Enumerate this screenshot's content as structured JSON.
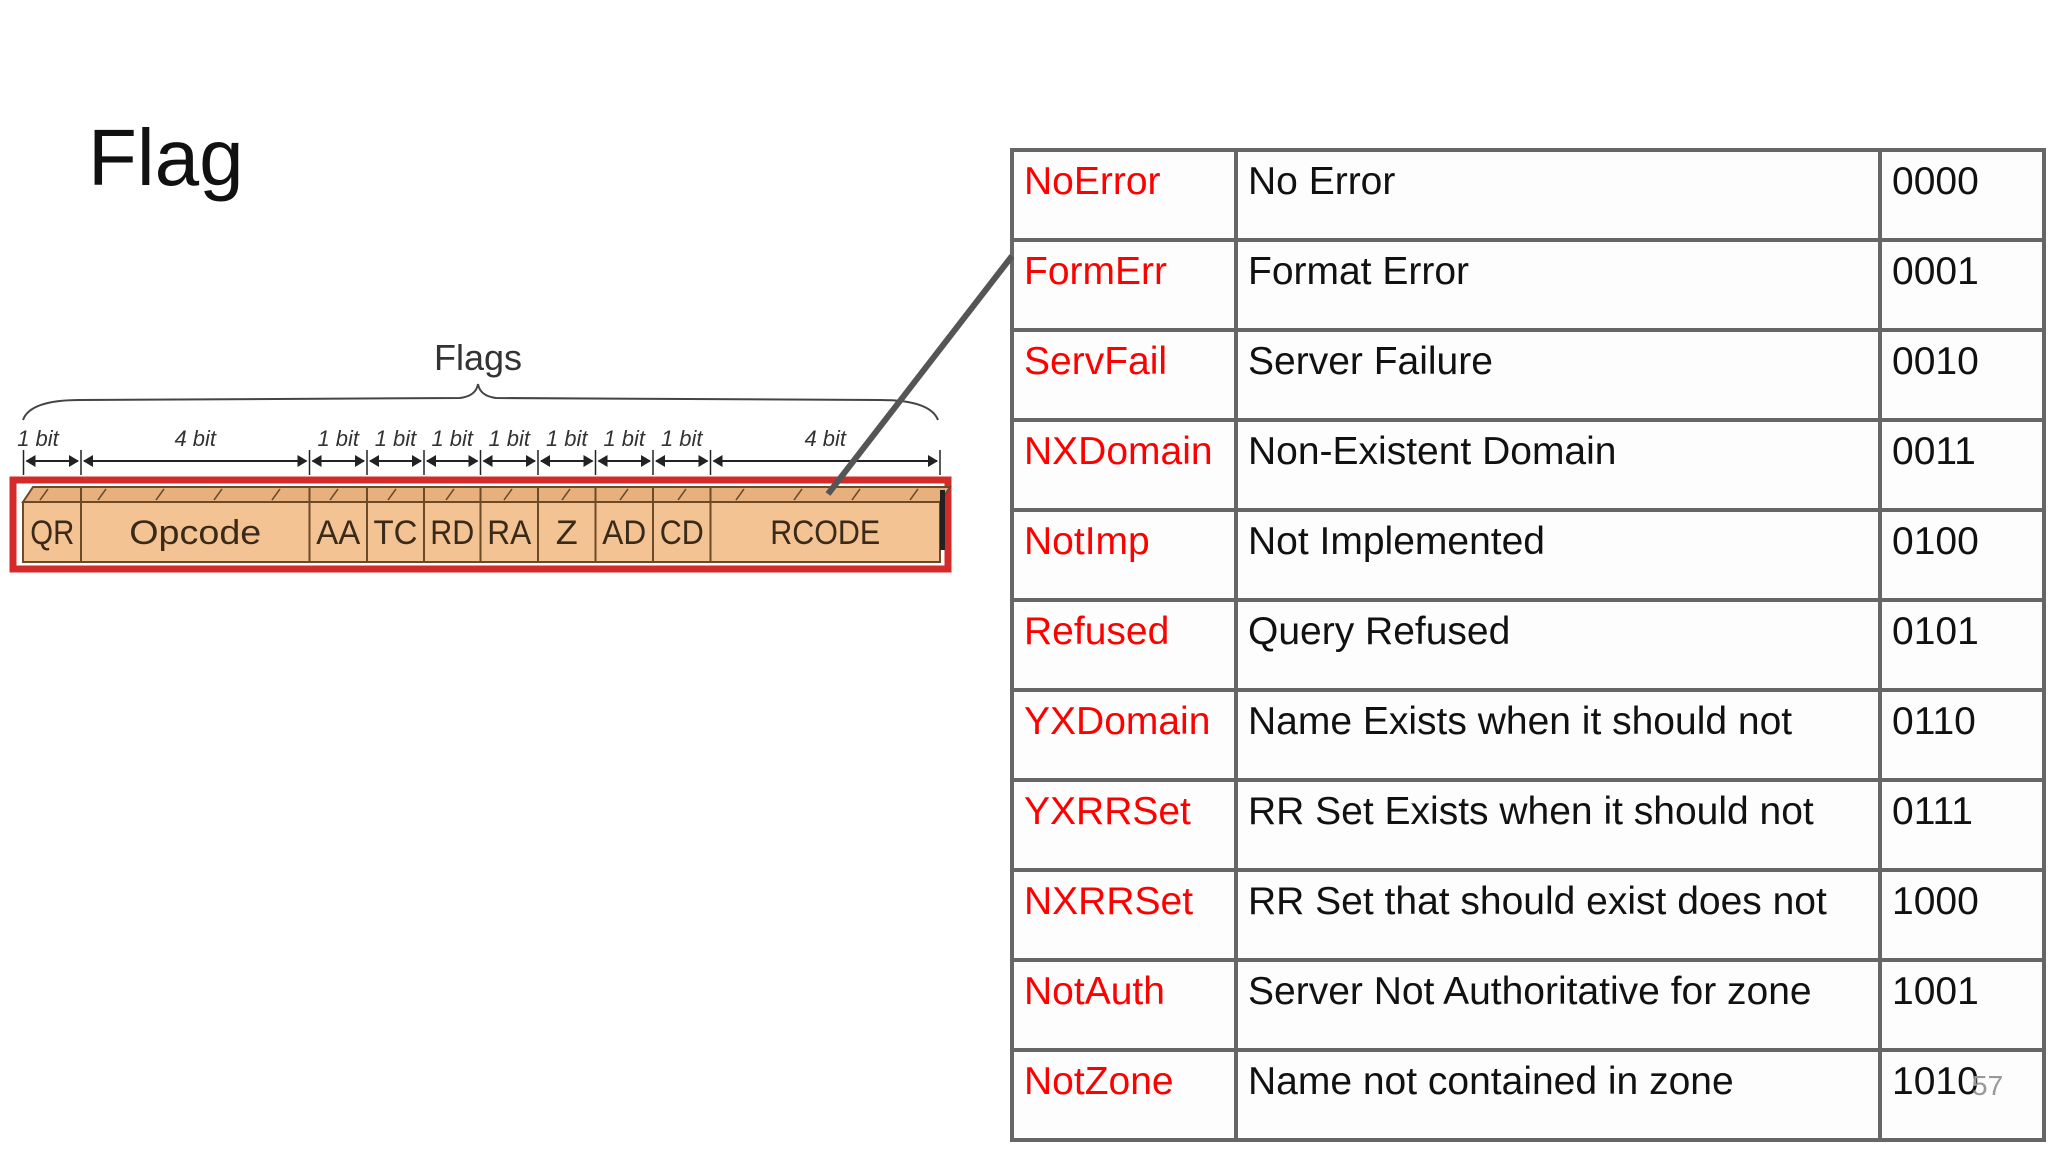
{
  "title": "Flag",
  "diagram": {
    "label": "Flags",
    "fields": [
      {
        "name": "QR",
        "bits": "1 bit"
      },
      {
        "name": "Opcode",
        "bits": "4 bit"
      },
      {
        "name": "AA",
        "bits": "1 bit"
      },
      {
        "name": "TC",
        "bits": "1 bit"
      },
      {
        "name": "RD",
        "bits": "1 bit"
      },
      {
        "name": "RA",
        "bits": "1 bit"
      },
      {
        "name": "Z",
        "bits": "1 bit"
      },
      {
        "name": "AD",
        "bits": "1 bit"
      },
      {
        "name": "CD",
        "bits": "1 bit"
      },
      {
        "name": "RCODE",
        "bits": "4 bit"
      }
    ],
    "colors": {
      "field_fill": "#f4c393",
      "highlight": "#d42a2a"
    }
  },
  "rcode_table": [
    {
      "code": "NoError",
      "description": "No Error",
      "value": "0000"
    },
    {
      "code": "FormErr",
      "description": "Format Error",
      "value": "0001"
    },
    {
      "code": "ServFail",
      "description": "Server Failure",
      "value": "0010"
    },
    {
      "code": "NXDomain",
      "description": "Non-Existent Domain",
      "value": "0011"
    },
    {
      "code": "NotImp",
      "description": "Not Implemented",
      "value": "0100"
    },
    {
      "code": "Refused",
      "description": "Query Refused",
      "value": "0101"
    },
    {
      "code": "YXDomain",
      "description": "Name Exists when it should not",
      "value": "0110"
    },
    {
      "code": "YXRRSet",
      "description": "RR Set Exists when it should not",
      "value": "0111"
    },
    {
      "code": "NXRRSet",
      "description": "RR Set that should exist does not",
      "value": "1000"
    },
    {
      "code": "NotAuth",
      "description": "Server Not Authoritative for zone",
      "value": "1001"
    },
    {
      "code": "NotZone",
      "description": "Name not contained in zone",
      "value": "1010"
    }
  ],
  "page_number": "57"
}
